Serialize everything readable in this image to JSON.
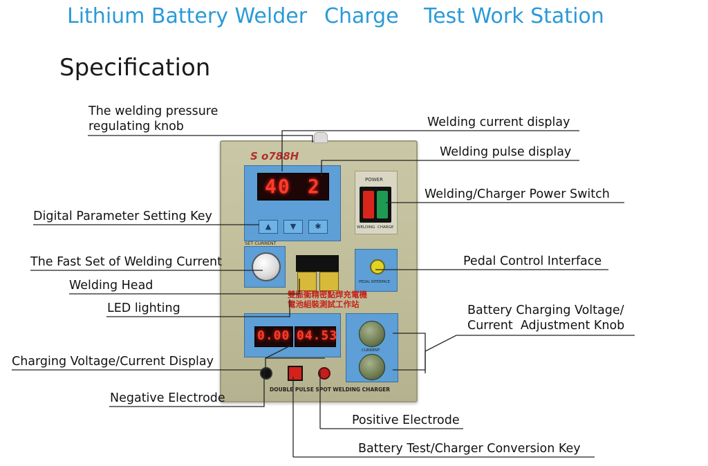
{
  "header": {
    "title_part1": "Lithium Battery Welder",
    "title_part2": "Charge",
    "title_part3": "Test Work Station"
  },
  "section_title": "Specification",
  "device": {
    "brand": "S    o788H",
    "led_current": "40",
    "led_pulse": "2",
    "led_voltage": "0.00",
    "led_amp": "04.53",
    "panel_label_set_current": "SET CURRENT",
    "panel_label_power": "POWER",
    "panel_label_welding": "WELDING",
    "panel_label_charge": "CHARGE",
    "panel_label_pedal": "PEDAL INTERFACE",
    "panel_label_current": "CURRENT",
    "panel_label_bottom": "DOUBLE PULSE SPOT WELDING CHARGER",
    "chinese_text_line1": "雙脈衝精密點焊充電機",
    "chinese_text_line2": "電池組裝測試工作站",
    "key_up": "▲",
    "key_down": "▼",
    "key_set": "✱"
  },
  "labels": {
    "pressure_knob": "The welding pressure\nregulating knob",
    "welding_current_display": "Welding current display",
    "welding_pulse_display": "Welding pulse display",
    "power_switch": "Welding/Charger Power Switch",
    "setting_key": "Digital Parameter Setting Key",
    "fast_set": "The Fast Set of Welding Current",
    "pedal": "Pedal Control Interface",
    "welding_head": "Welding Head",
    "led_lighting": "LED lighting",
    "charging_knob": "Battery Charging Voltage/\nCurrent  Adjustment Knob",
    "charging_display": "Charging Voltage/Current Display",
    "negative": "Negative Electrode",
    "positive": "Positive Electrode",
    "conversion_key": "Battery Test/Charger Conversion Key"
  },
  "colors": {
    "title": "#2a9ad8",
    "panel_blue": "#5d9fd6",
    "led_red": "#ff3b2b",
    "device_body": "#c9c7a6"
  }
}
